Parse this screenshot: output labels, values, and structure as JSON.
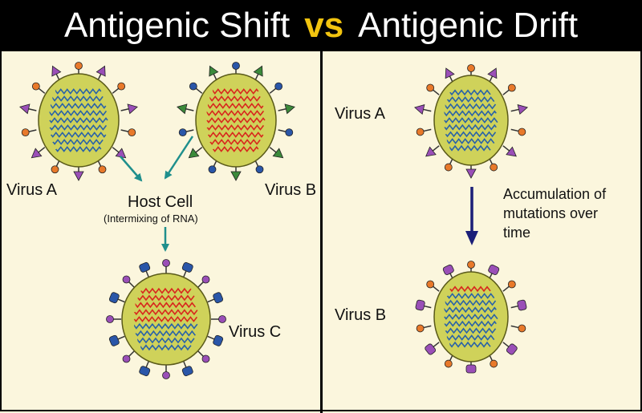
{
  "header": {
    "left": "Antigenic Shift",
    "vs": "vs",
    "right": "Antigenic Drift"
  },
  "shift": {
    "virus_a": "Virus A",
    "virus_b": "Virus B",
    "host_cell": "Host Cell",
    "host_cell_note": "(Intermixing of RNA)",
    "virus_c": "Virus C"
  },
  "drift": {
    "virus_a": "Virus A",
    "virus_b": "Virus B",
    "mutation_line1": "Accumulation of",
    "mutation_line2": "mutations over",
    "mutation_line3": "time"
  },
  "colors": {
    "virus_body": "#cfd25a",
    "rna_blue": "#2a63a8",
    "rna_red": "#d8281e",
    "orange_spike": "#e8792a",
    "purple_spike": "#9a4fb7",
    "blue_spike": "#2a56a8",
    "green_spike": "#3b8a3a",
    "arrow_teal": "#1f8f8c",
    "arrow_navy": "#1b1f78"
  }
}
